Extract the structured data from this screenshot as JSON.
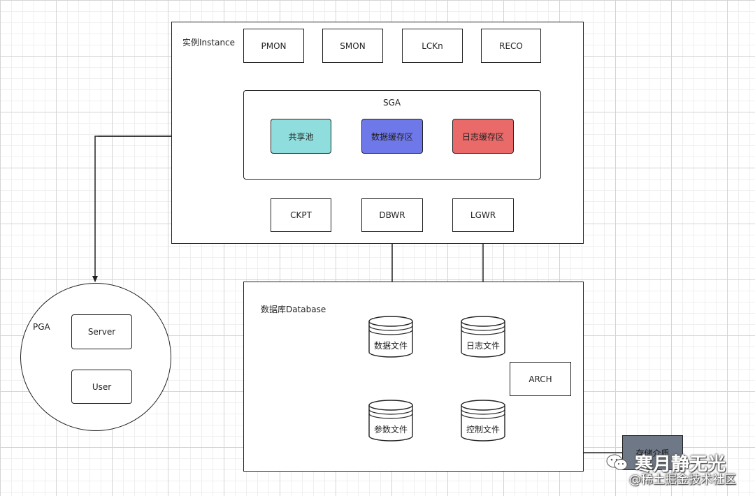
{
  "instance": {
    "title": "实例Instance",
    "processes": [
      "PMON",
      "SMON",
      "LCKn",
      "RECO"
    ],
    "sga": {
      "title": "SGA",
      "shared_pool": "共享池",
      "data_buffer": "数据缓存区",
      "log_buffer": "日志缓存区"
    },
    "ckpt": "CKPT",
    "dbwr": "DBWR",
    "lgwr": "LGWR"
  },
  "pga": {
    "title": "PGA",
    "server": "Server",
    "user": "User"
  },
  "database": {
    "title": "数据库Database",
    "data_file": "数据文件",
    "log_file": "日志文件",
    "param_file": "参数文件",
    "control_file": "控制文件",
    "arch": "ARCH",
    "storage": "存储介质"
  },
  "watermark": {
    "line1": "寒月静无光",
    "line2": "@稀土掘金技术社区"
  },
  "colors": {
    "shared_pool": "#8fdedd",
    "data_buffer": "#6f78e8",
    "log_buffer": "#ea6a6a",
    "storage": "#6f7886"
  }
}
